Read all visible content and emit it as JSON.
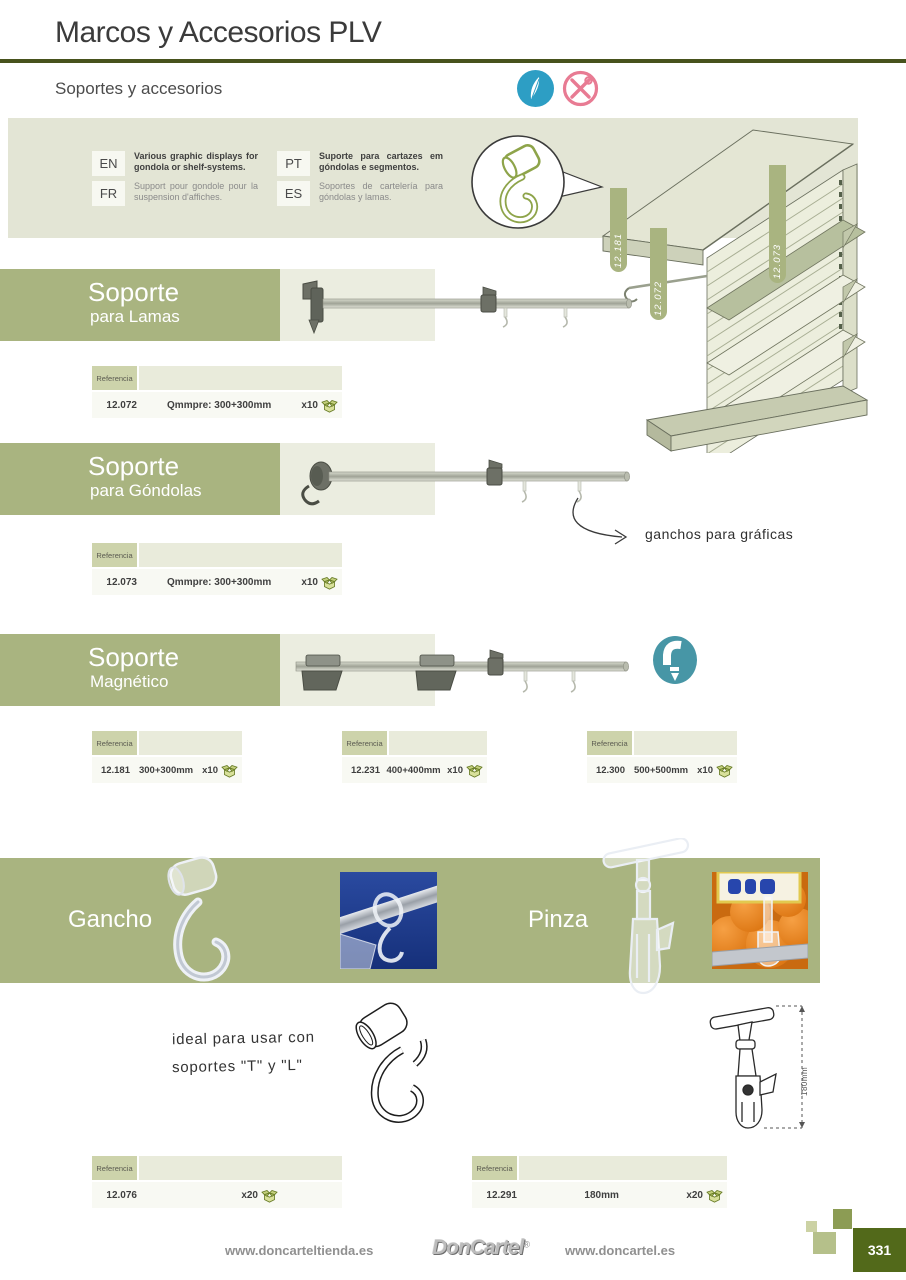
{
  "header": {
    "title": "Marcos y Accesorios PLV",
    "subtitle": "Soportes y accesorios"
  },
  "intro": {
    "languages": [
      {
        "code": "EN",
        "text": "Various graphic displays for gondola or shelf-systems."
      },
      {
        "code": "FR",
        "text": "Support pour gondole pour la suspension d'affiches."
      },
      {
        "code": "PT",
        "text": "Suporte para cartazes em góndolas e segmentos."
      },
      {
        "code": "ES",
        "text": "Soportes de cartelería para góndolas y lamas."
      }
    ],
    "shelf_tags": {
      "t1": "12.181",
      "t2": "12.072",
      "t3": "12.073"
    }
  },
  "sections": {
    "lamas": {
      "title": "Soporte",
      "subtitle": "para Lamas",
      "table": {
        "header": "Referencia",
        "ref": "12.072",
        "spec": "Qmmpre: 300+300mm",
        "pack": "x10"
      }
    },
    "gondolas": {
      "title": "Soporte",
      "subtitle": "para Góndolas",
      "annotation": "ganchos para gráficas",
      "table": {
        "header": "Referencia",
        "ref": "12.073",
        "spec": "Qmmpre: 300+300mm",
        "pack": "x10"
      }
    },
    "magnetico": {
      "title": "Soporte",
      "subtitle": "Magnético",
      "tables": [
        {
          "header": "Referencia",
          "ref": "12.181",
          "spec": "300+300mm",
          "pack": "x10"
        },
        {
          "header": "Referencia",
          "ref": "12.231",
          "spec": "400+400mm",
          "pack": "x10"
        },
        {
          "header": "Referencia",
          "ref": "12.300",
          "spec": "500+500mm",
          "pack": "x10"
        }
      ]
    }
  },
  "accessories": {
    "gancho": {
      "label": "Gancho",
      "note_line1": "ideal para usar con",
      "note_line2": "soportes \"T\" y \"L\"",
      "table": {
        "header": "Referencia",
        "ref": "12.076",
        "spec": "",
        "pack": "x20"
      }
    },
    "pinza": {
      "label": "Pinza",
      "dimension": "180mm",
      "table": {
        "header": "Referencia",
        "ref": "12.291",
        "spec": "180mm",
        "pack": "x20"
      }
    }
  },
  "footer": {
    "left_url": "www.doncarteltienda.es",
    "brand": "DonCartel",
    "brand_reg": "®",
    "right_url": "www.doncartel.es",
    "page_number": "331"
  },
  "colors": {
    "accent_sage": "#a9b480",
    "dark_olive_rule": "#47521d",
    "page_number_box": "#52691a",
    "band_olive": "#e3e5d5",
    "teal_icon": "#2d9ec4",
    "pink_icon": "#e87b93"
  }
}
